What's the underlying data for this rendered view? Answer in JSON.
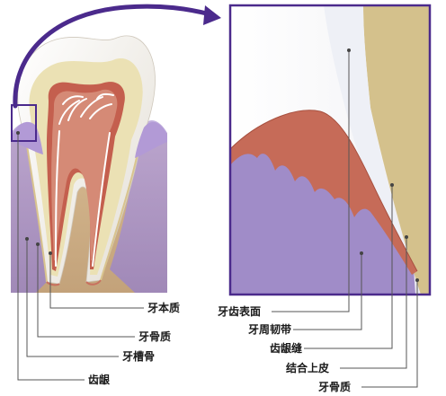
{
  "diagram": {
    "left_labels": [
      "牙本质",
      "牙骨质",
      "牙槽骨",
      "齿龈"
    ],
    "right_labels": [
      "牙齿表面",
      "牙周韧带",
      "齿龈缝",
      "结合上皮",
      "牙骨质"
    ]
  },
  "colors": {
    "arrow": "#4b2a8c",
    "gum": "#a892c8",
    "bone": "#c4a57e",
    "enamel": "#f4f1ea",
    "dentin": "#ece3b8",
    "pulp": "#c16050",
    "ligament": "#c8705e",
    "cementum": "#d9c48e",
    "line": "#555555"
  }
}
